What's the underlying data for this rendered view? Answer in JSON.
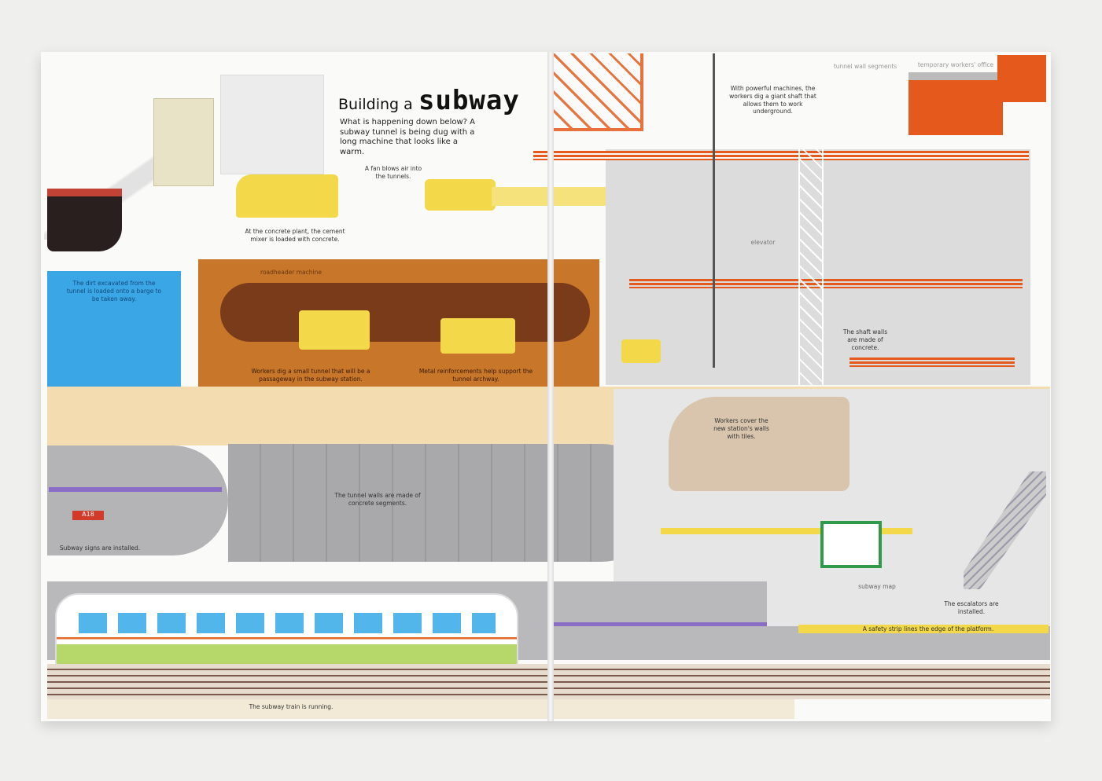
{
  "title": {
    "prefix": "Building a",
    "emphasis": "subway"
  },
  "intro": "What is happening down below? A subway tunnel is being dug with a long machine that looks like a warm.",
  "captions": {
    "fan": "A fan blows air into the tunnels.",
    "concrete_plant": "At the concrete plant, the cement mixer is loaded with concrete.",
    "barge": "The dirt excavated from the tunnel is loaded onto a barge to be taken away.",
    "passageway": "Workers dig a small tunnel that will be a passageway in the subway station.",
    "reinforcements": "Metal reinforcements help support the tunnel archway.",
    "shaft": "With powerful machines, the workers dig a giant shaft that allows them to work underground.",
    "shaft_walls": "The shaft walls are made of concrete.",
    "tiles": "Workers cover the new station's walls with tiles.",
    "tunnel_walls": "The tunnel walls are made of concrete segments.",
    "signs": "Subway signs are installed.",
    "escalators": "The escalators are installed.",
    "safety_strip": "A safety strip lines the edge of the platform.",
    "train": "The subway train is running."
  },
  "labels": {
    "roadheader": "roadheader machine",
    "elevator": "elevator",
    "subway_map": "subway map",
    "office": "temporary workers' office",
    "segments": "tunnel wall segments",
    "sign": "A18"
  },
  "colors": {
    "orange": "#e55a1c",
    "yellow": "#f3d84a",
    "water": "#3aa6e6",
    "dirt": "#c8772a",
    "tunnel": "#a9a9ab"
  }
}
